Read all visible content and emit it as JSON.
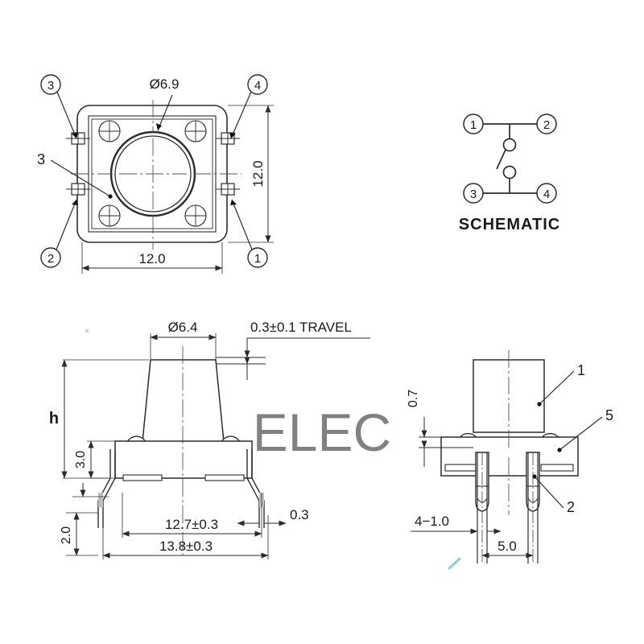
{
  "drawing": {
    "title": "Tactile Switch Mechanical Drawing",
    "line_color": "#2b2b2b",
    "accent_color": "#1a1a1a",
    "watermark_color": "#eef2f2",
    "artifact_color": "#2aa8a8"
  },
  "top_view": {
    "name": "top-view",
    "bore_diameter_label": "Ø6.9",
    "width_label": "12.0",
    "height_label": "12.0",
    "body_callout": "3",
    "pin_callouts": [
      {
        "id": "pin-3",
        "label": "3"
      },
      {
        "id": "pin-4",
        "label": "4"
      },
      {
        "id": "pin-2",
        "label": "2"
      },
      {
        "id": "pin-1",
        "label": "1"
      }
    ]
  },
  "schematic": {
    "name": "schematic",
    "caption": "SCHEMATIC",
    "terminals": [
      {
        "id": "terminal-1",
        "label": "1"
      },
      {
        "id": "terminal-2",
        "label": "2"
      },
      {
        "id": "terminal-3",
        "label": "3"
      },
      {
        "id": "terminal-4",
        "label": "4"
      }
    ]
  },
  "front_view": {
    "name": "front-view",
    "stem_diameter_label": "Ø6.4",
    "travel_label": "0.3±0.1  TRAVEL",
    "total_height_label": "h",
    "body_height_label": "3.0",
    "lead_height_label": "2.0",
    "lead_thickness_label": "0.3",
    "inner_span_label": "12.7±0.3",
    "outer_span_label": "13.8±0.3"
  },
  "side_view": {
    "name": "side-view",
    "gap_label": "0.7",
    "pin_width_label": "4−1.0",
    "pin_pitch_label": "5.0",
    "callouts": [
      {
        "id": "callout-1",
        "label": "1"
      },
      {
        "id": "callout-5",
        "label": "5"
      },
      {
        "id": "callout-2",
        "label": "2"
      }
    ]
  }
}
